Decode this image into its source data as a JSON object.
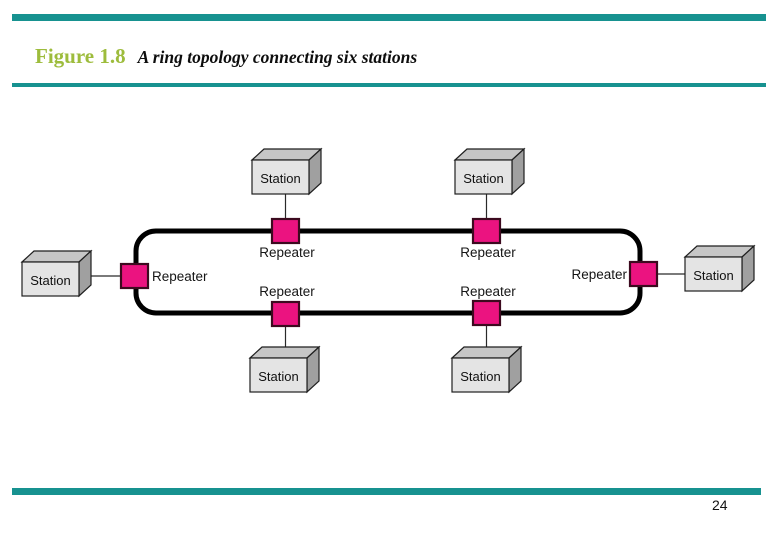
{
  "slide": {
    "figure_label": "Figure 1.8",
    "figure_caption": "A ring topology connecting six stations",
    "page_number": "24"
  },
  "colors": {
    "accent_teal": "#179290",
    "figure_label_green": "#9DBC3C",
    "repeater_pink": "#EB1380",
    "repeater_border": "#3c0a1f",
    "station_front_gray": "#E4E4E4",
    "station_top_gray": "#C6C6C6",
    "station_side_gray": "#A0A0A0",
    "ring_black": "#000000"
  },
  "diagram": {
    "stations": [
      {
        "label": "Station",
        "position": "top-left"
      },
      {
        "label": "Station",
        "position": "top-right"
      },
      {
        "label": "Station",
        "position": "left"
      },
      {
        "label": "Station",
        "position": "right"
      },
      {
        "label": "Station",
        "position": "bottom-left"
      },
      {
        "label": "Station",
        "position": "bottom-right"
      }
    ],
    "repeaters": [
      {
        "label": "Repeater",
        "position": "top-left"
      },
      {
        "label": "Repeater",
        "position": "top-right"
      },
      {
        "label": "Repeater",
        "position": "left"
      },
      {
        "label": "Repeater",
        "position": "right"
      },
      {
        "label": "Repeater",
        "position": "bottom-left"
      },
      {
        "label": "Repeater",
        "position": "bottom-right"
      }
    ]
  }
}
